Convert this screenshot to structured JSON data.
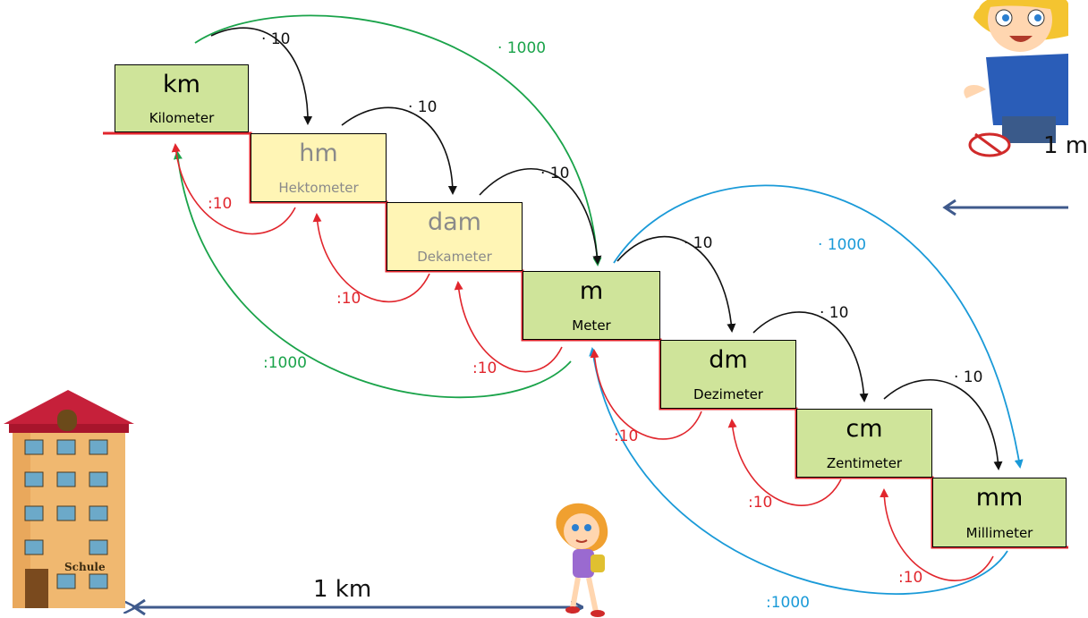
{
  "units": [
    {
      "abbr": "km",
      "name": "Kilometer",
      "style": "green"
    },
    {
      "abbr": "hm",
      "name": "Hektometer",
      "style": "yellow"
    },
    {
      "abbr": "dam",
      "name": "Dekameter",
      "style": "yellow"
    },
    {
      "abbr": "m",
      "name": "Meter",
      "style": "green"
    },
    {
      "abbr": "dm",
      "name": "Dezimeter",
      "style": "green"
    },
    {
      "abbr": "cm",
      "name": "Zentimeter",
      "style": "green"
    },
    {
      "abbr": "mm",
      "name": "Millimeter",
      "style": "green"
    }
  ],
  "step_labels": {
    "multiply_10": "· 10",
    "divide_10": ":10"
  },
  "big_labels": {
    "km_to_m": "· 1000",
    "m_to_km": ":1000",
    "m_to_mm": "· 1000",
    "mm_to_m": ":1000"
  },
  "school_sign": "Schule",
  "distance_km": "1 km",
  "distance_m": "1 m",
  "colors": {
    "black_arrow": "#111111",
    "red_arrow": "#e1262d",
    "green_arrow": "#1aa34a",
    "blue_arrow": "#1a9ad8",
    "stair_line": "#e1262d",
    "measure_arrow": "#3f5a8c",
    "green_box": "#cfe49a",
    "yellow_box": "#fff5b5"
  },
  "icons": [
    "school-building-icon",
    "girl-walking-icon",
    "boy-running-icon"
  ]
}
